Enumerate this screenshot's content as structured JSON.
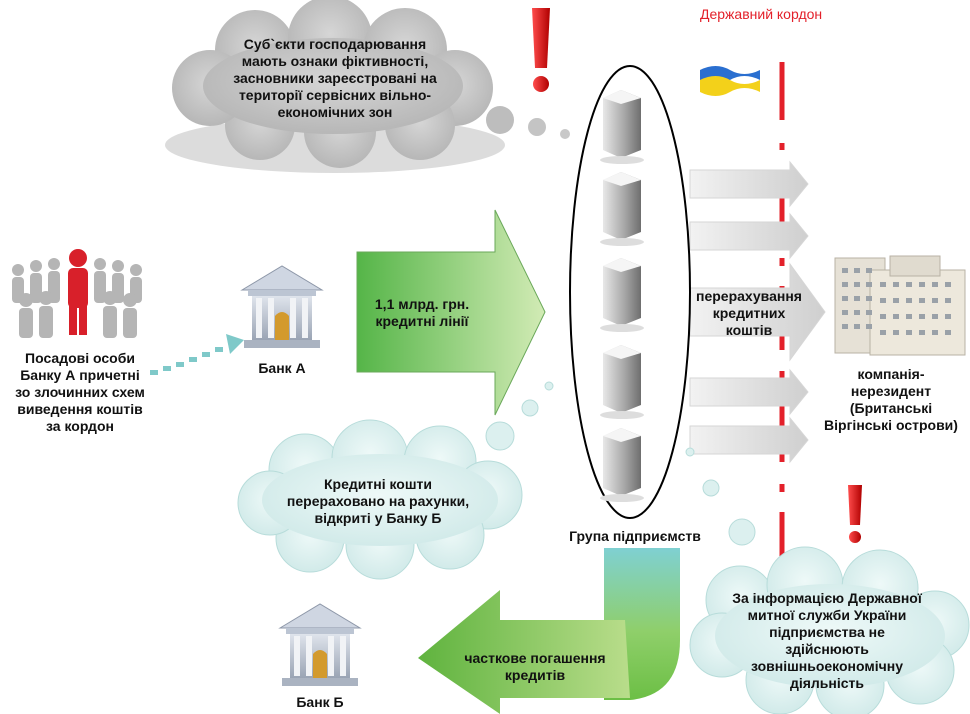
{
  "border_label": "Державний кордон",
  "cloud_top_text": "Суб`єкти господарювання\nмають ознаки фіктивності,\nзасновники зареєстровані на\nтериторії сервісних вільно-\nекономічних зон",
  "officials_label": "Посадові особи\nБанку А  причетні\nзо злочинних схем\nвиведення коштів\nза кордон",
  "bank_a_label": "Банк А",
  "credit_arrow_text": "1,1 млрд. грн.\nкредитні лінії",
  "enterprises_label": "Група підприємств",
  "transfer_text": "перерахування\nкредитних\nкоштів",
  "nonresident_label": "компанія-\nнерезидент\n(Британські\nВіргінські острови)",
  "cloud_credit_text": "Кредитні кошти\nперераховано на рахунки,\nвідкриті у Банку Б",
  "repay_text": "часткове погашення\nкредитів",
  "bank_b_label": "Банк Б",
  "customs_text": "За інформацією Державної\nмитної служби України\nпідприємства не\nздійснюють\nзовнішньоекономічну\nдіяльність",
  "colors": {
    "border_red": "#e3202a",
    "arrow_green_left": "#58b84a",
    "arrow_green_right": "#c6e3a8",
    "cloud_fill": "#c3c3c3",
    "cloud_teal": "#dcf0ef",
    "flag_blue": "#2a6fd0",
    "flag_yellow": "#f3d11a"
  },
  "icons": [
    "people-group-icon",
    "bank-building-icon",
    "office-tower-icon",
    "exclamation-icon",
    "ukraine-flag-icon",
    "skyscraper-icon"
  ]
}
